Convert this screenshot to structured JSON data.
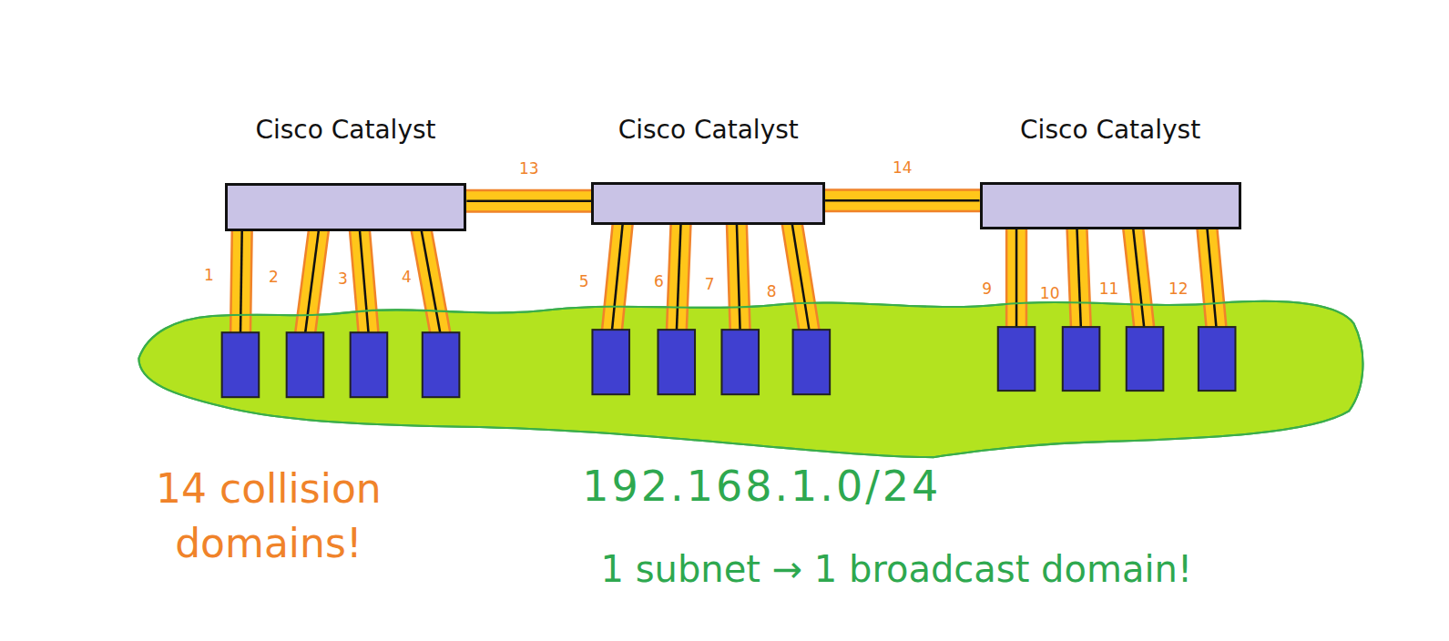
{
  "diagram": {
    "nodes": [
      {
        "text": [
          "Cisco Catalyst"
        ]
      },
      {
        "text": [
          "Cisco Catalyst"
        ]
      },
      {
        "text": [
          "Cisco Catalyst"
        ]
      }
    ],
    "edges": [
      {
        "from": 0,
        "to": 1,
        "arrow": "none",
        "label": "13"
      },
      {
        "from": 1,
        "to": 2,
        "arrow": "none",
        "label": "14"
      }
    ],
    "labels": [
      "1",
      "2",
      "3",
      "4",
      "5",
      "6",
      "7",
      "8",
      "9",
      "10",
      "11",
      "12",
      "14 collision domains!",
      "192.168.1.0/24",
      "1 subnet → 1 broadcast domain!"
    ]
  }
}
